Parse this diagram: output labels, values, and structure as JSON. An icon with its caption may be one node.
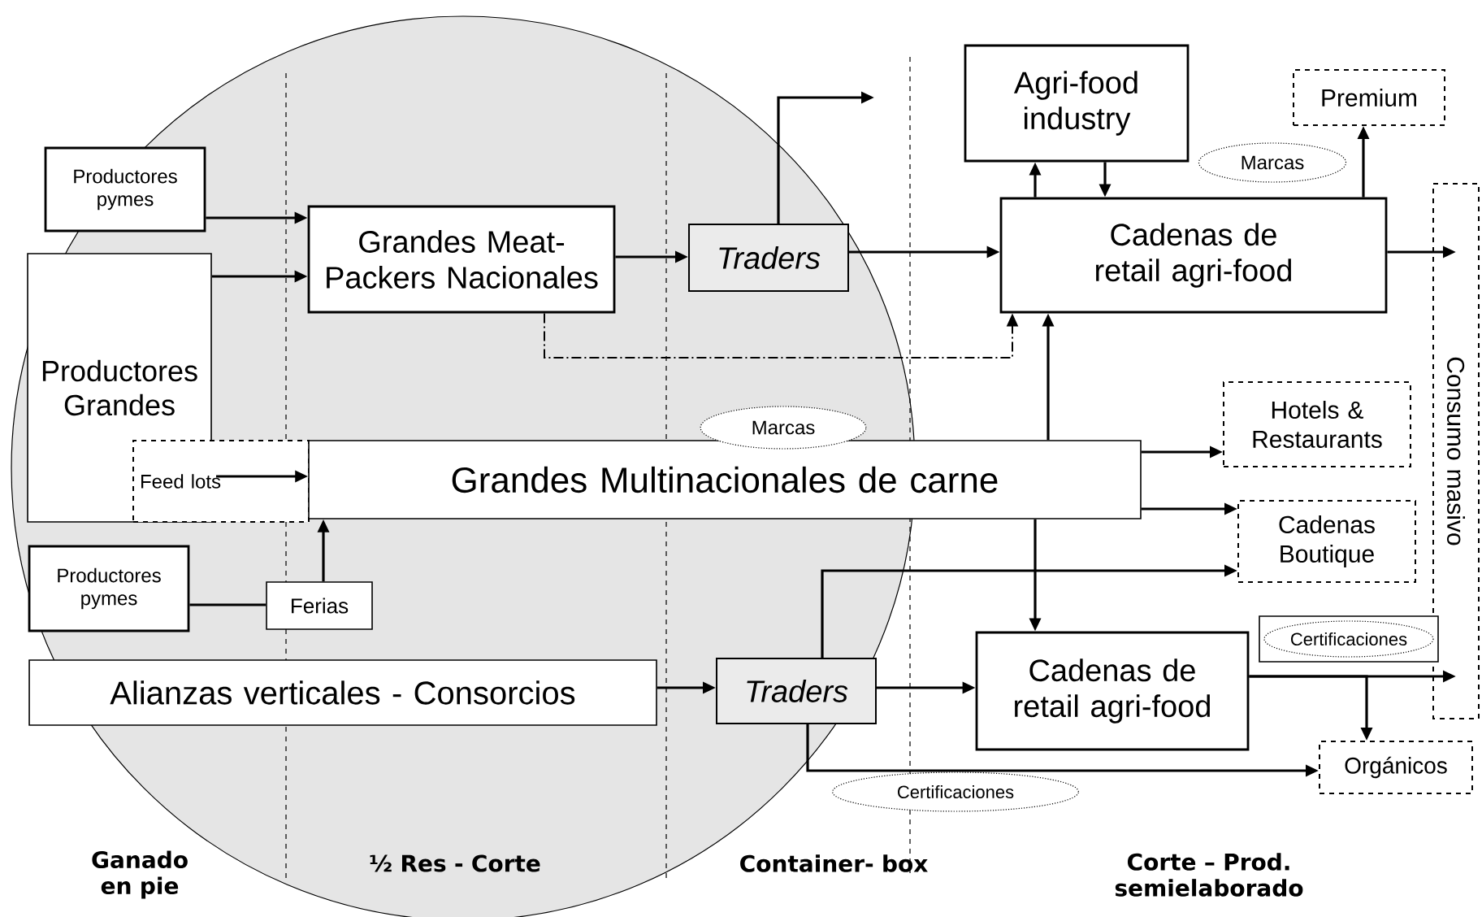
{
  "diagram": {
    "nodes": [
      {
        "text": [
          "Productores pymes"
        ]
      },
      {
        "text": [
          "Productores Grandes"
        ]
      },
      {
        "text": [
          "Feed lots"
        ]
      },
      {
        "text": [
          "Grandes Meat-Packers Nacionales"
        ]
      },
      {
        "text": [
          "Traders"
        ]
      },
      {
        "text": [
          "Agri-food industry"
        ]
      },
      {
        "text": [
          "Premium"
        ]
      },
      {
        "text": [
          "Cadenas de retail agri-food"
        ]
      },
      {
        "text": [
          "Consumo masivo"
        ]
      },
      {
        "text": [
          "Grandes Multinacionales de carne"
        ]
      },
      {
        "text": [
          "Hotels & Restaurants"
        ]
      },
      {
        "text": [
          "Cadenas Boutique"
        ]
      },
      {
        "text": [
          "Productores pymes"
        ]
      },
      {
        "text": [
          "Ferias"
        ]
      },
      {
        "text": [
          "Alianzas verticales - Consorcios"
        ]
      },
      {
        "text": [
          "Traders"
        ]
      },
      {
        "text": [
          "Cadenas de retail agri-food"
        ]
      },
      {
        "text": [
          "Orgánicos"
        ]
      },
      {
        "text": [
          "Marcas"
        ]
      },
      {
        "text": [
          "Marcas"
        ]
      },
      {
        "text": [
          "Certificaciones"
        ]
      },
      {
        "text": [
          "Certificaciones"
        ]
      }
    ],
    "edges": [
      {
        "from": 0,
        "to": 3,
        "arrow": "to"
      },
      {
        "from": 1,
        "to": 3,
        "arrow": "to"
      },
      {
        "from": 2,
        "to": 9,
        "arrow": "to"
      },
      {
        "from": 12,
        "to": 13,
        "arrow": "none"
      },
      {
        "from": 13,
        "to": 9,
        "arrow": "to"
      },
      {
        "from": 3,
        "to": 4,
        "arrow": "to"
      },
      {
        "from": 4,
        "to": null,
        "arrow": "to"
      },
      {
        "from": 4,
        "to": 7,
        "arrow": "to"
      },
      {
        "from": 7,
        "to": 5,
        "arrow": "to"
      },
      {
        "from": 5,
        "to": 7,
        "arrow": "to"
      },
      {
        "from": 7,
        "to": 6,
        "arrow": "to"
      },
      {
        "from": 7,
        "to": 8,
        "arrow": "to"
      },
      {
        "from": 3,
        "to": 7,
        "arrow": "to",
        "style": "dashed"
      },
      {
        "from": 9,
        "to": 7,
        "arrow": "to"
      },
      {
        "from": 9,
        "to": 10,
        "arrow": "to"
      },
      {
        "from": 9,
        "to": 11,
        "arrow": "to"
      },
      {
        "from": 9,
        "to": 16,
        "arrow": "to"
      },
      {
        "from": 14,
        "to": 15,
        "arrow": "to"
      },
      {
        "from": 15,
        "to": 16,
        "arrow": "to"
      },
      {
        "from": 15,
        "to": 11,
        "arrow": "to"
      },
      {
        "from": 15,
        "to": 17,
        "arrow": "to"
      },
      {
        "from": 16,
        "to": 8,
        "arrow": "to"
      },
      {
        "from": 16,
        "to": 17,
        "arrow": "to"
      }
    ],
    "labels": [
      "Ganado en pie",
      "½ Res - Corte",
      "Container- box",
      "Corte – Prod. semielaborado"
    ]
  }
}
